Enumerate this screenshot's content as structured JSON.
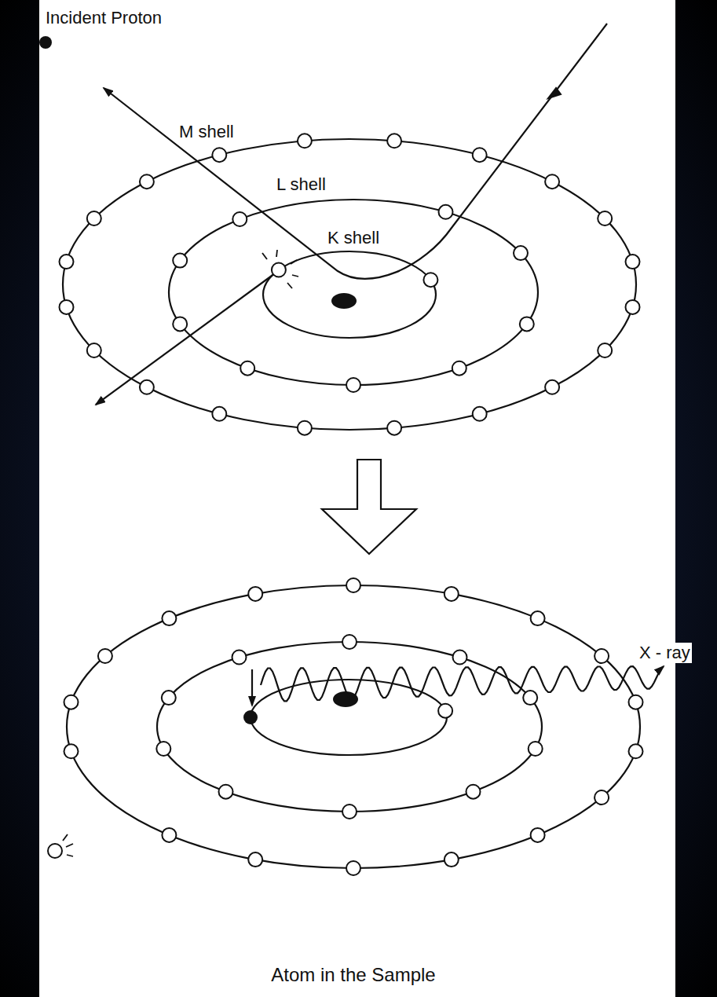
{
  "diagram": {
    "caption": "Atom in the Sample",
    "labels": [
      "Incident Proton",
      "M shell",
      "L shell",
      "K shell",
      "X - ray"
    ]
  }
}
